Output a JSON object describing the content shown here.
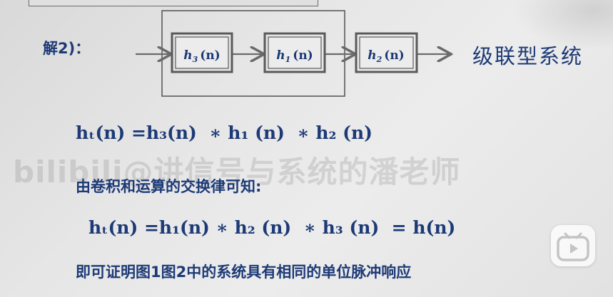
{
  "solution_label": "解2)：",
  "diagram": {
    "blocks": [
      {
        "name": "h",
        "sub": "3",
        "arg": "(n)"
      },
      {
        "name": "h",
        "sub": "1",
        "arg": "(n)"
      },
      {
        "name": "h",
        "sub": "2",
        "arg": "(n)"
      }
    ],
    "caption": "级联型系统"
  },
  "equation_1": "hₜ(n) =h₃(n)  ∗ h₁ (n)  ∗ h₂ (n)",
  "note_1": "由卷积和运算的交换律可知:",
  "equation_2": "hₜ(n) =h₁(n) ∗ h₂ (n)  ∗ h₃ (n)  = h(n)",
  "note_2": "即可证明图1图2中的系统具有相同的单位脉冲响应",
  "watermark": "bilibili@讲信号与系统的潘老师",
  "icons": {
    "player": "play-icon"
  },
  "colors": {
    "text": "#1d3a76",
    "block_border": "#5a5a5a",
    "arrow": "#6a6a6a"
  }
}
